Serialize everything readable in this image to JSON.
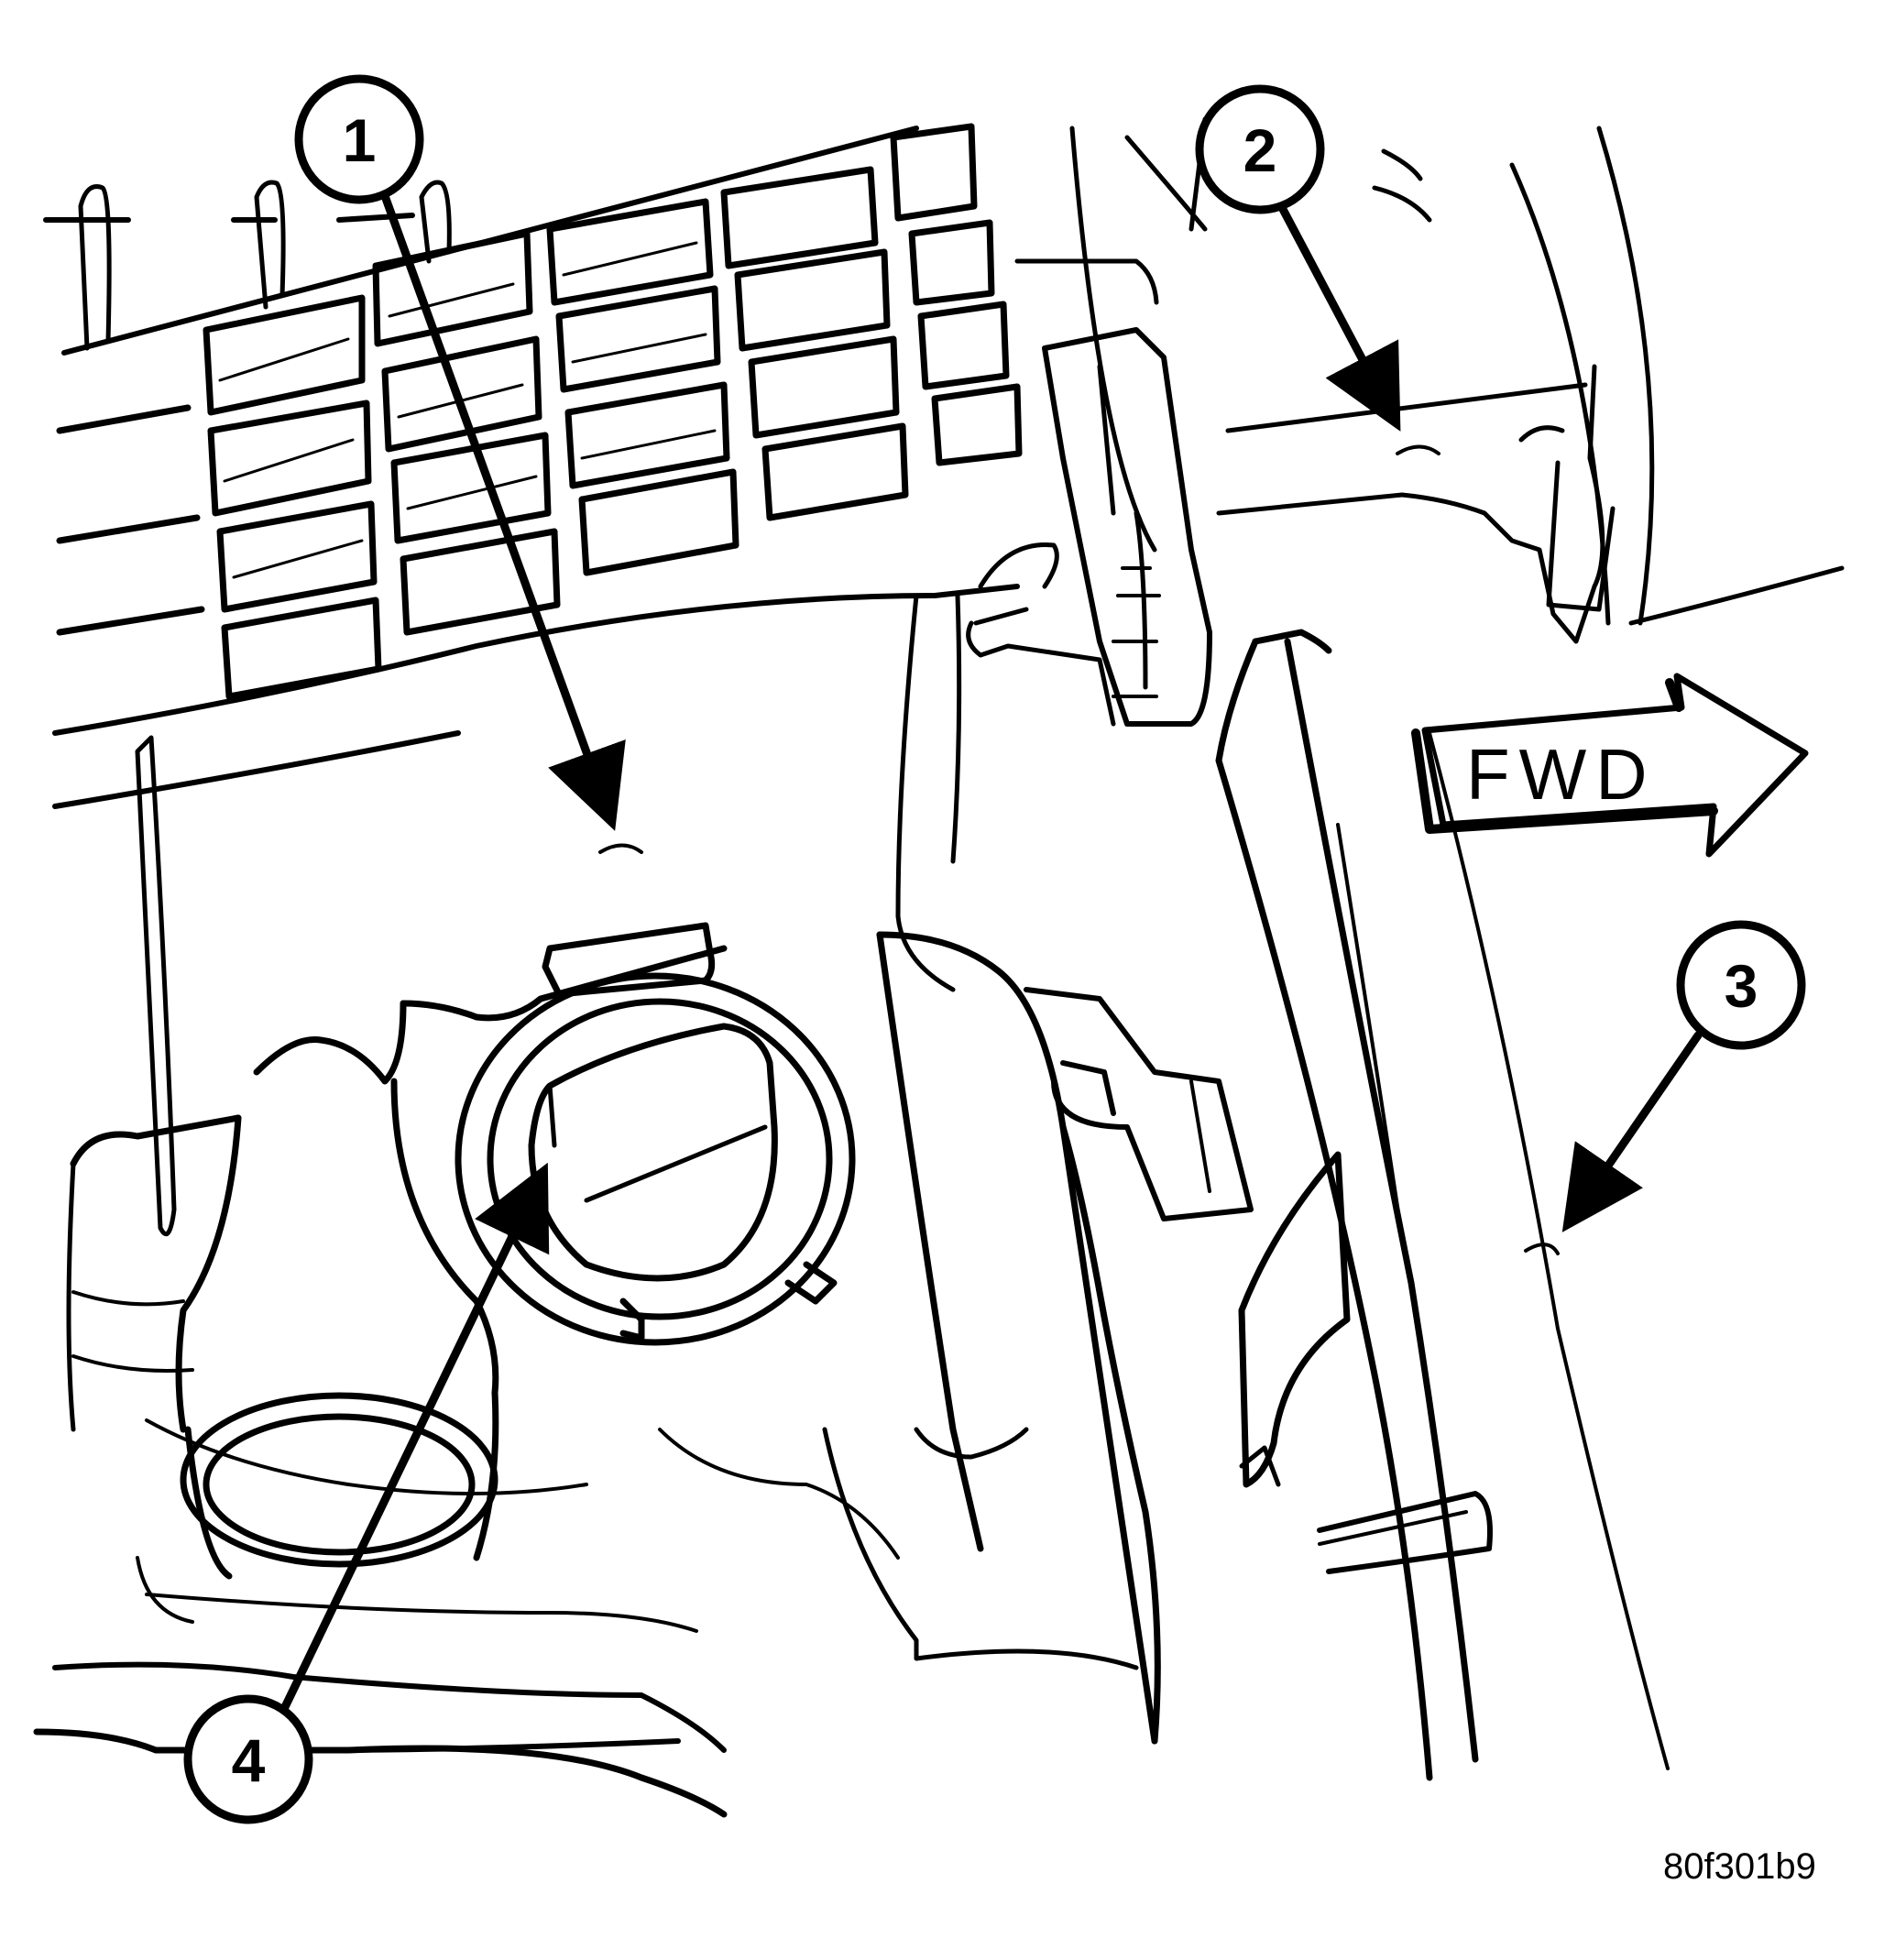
{
  "figure": {
    "callouts": [
      {
        "label": "1"
      },
      {
        "label": "2"
      },
      {
        "label": "3"
      },
      {
        "label": "4"
      }
    ],
    "direction_label": "FWD",
    "figure_id": "80f301b9"
  }
}
